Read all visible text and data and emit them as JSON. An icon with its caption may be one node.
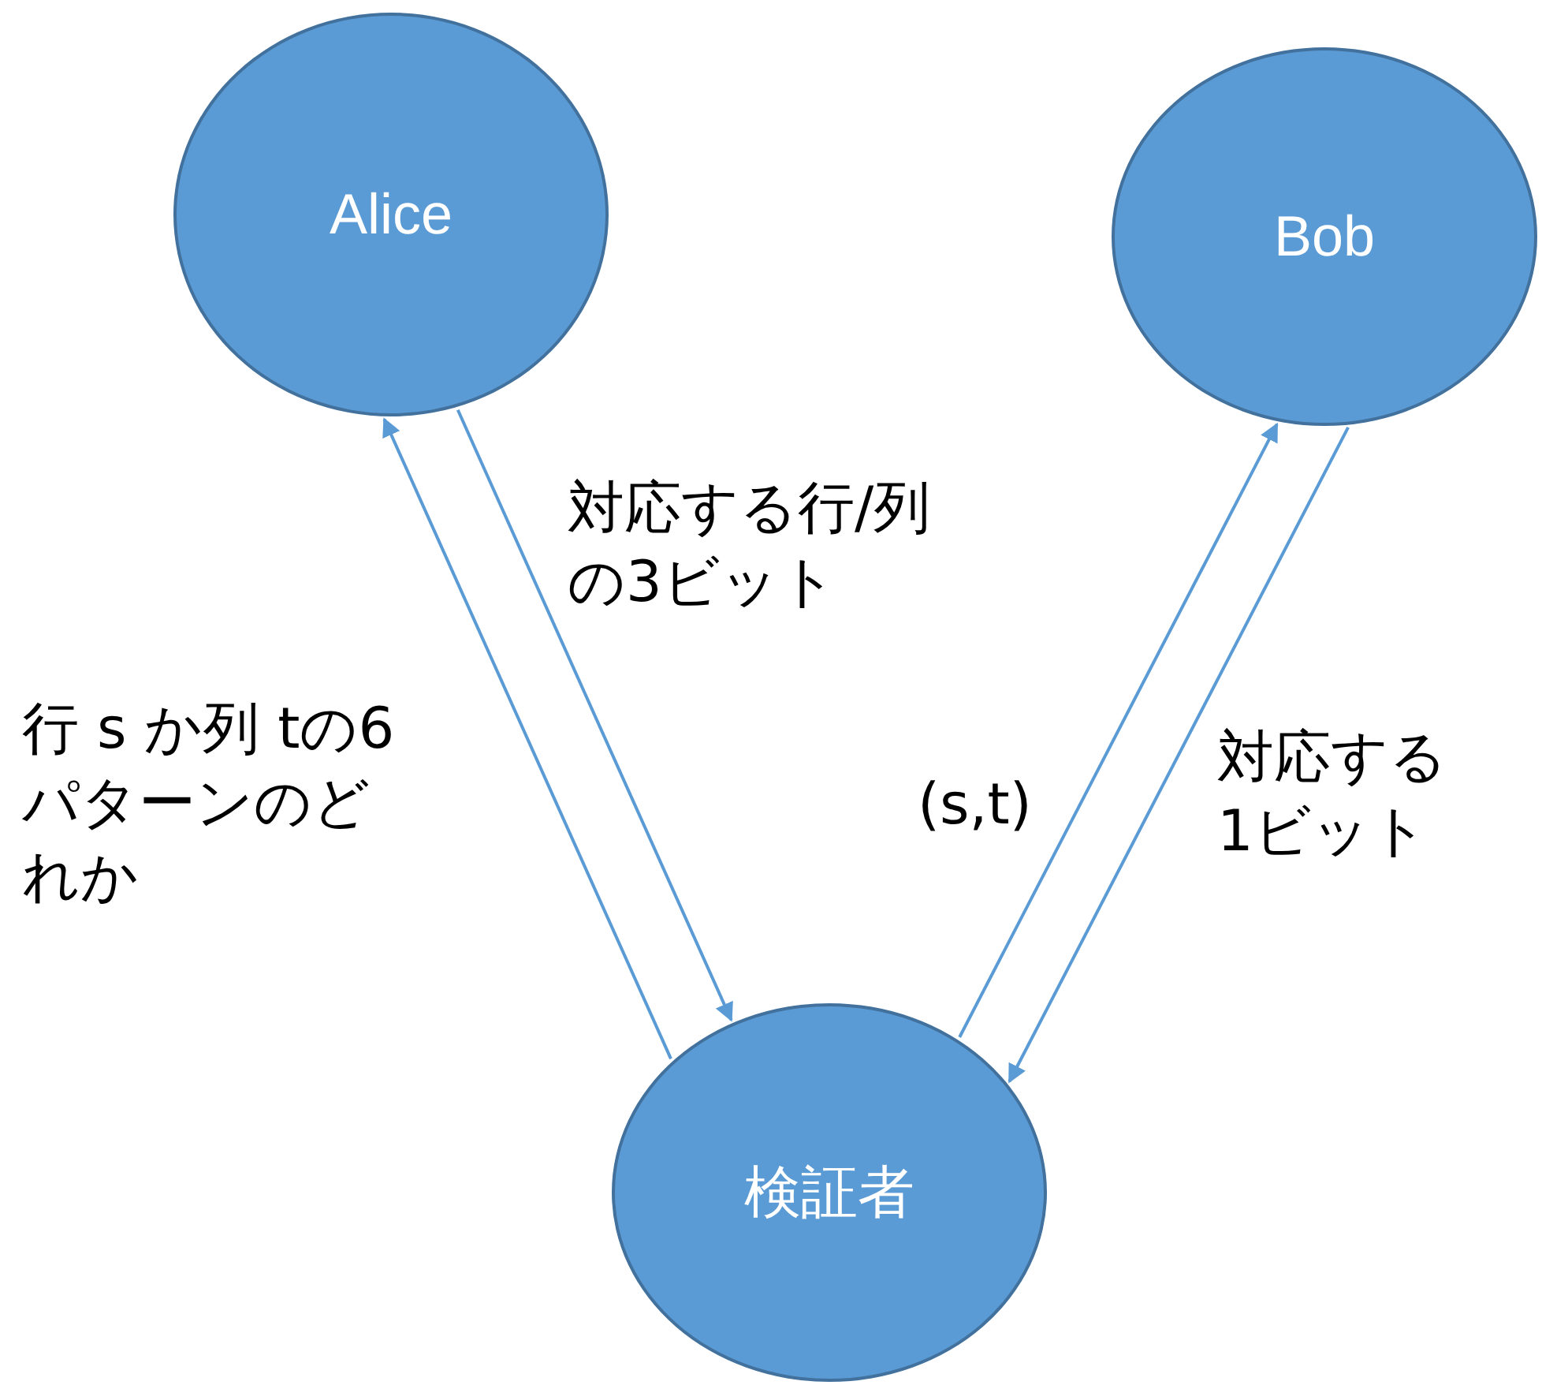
{
  "diagram": {
    "nodes": [
      {
        "text": [
          "Alice"
        ]
      },
      {
        "text": [
          "Bob"
        ]
      },
      {
        "text": [
          "検証者"
        ]
      }
    ],
    "edges": [
      {
        "from": 2,
        "to": 0,
        "arrow": "to",
        "label": "行 s か列 tの6パターンのどれか"
      },
      {
        "from": 0,
        "to": 2,
        "arrow": "to",
        "label": "対応する行/列の3ビット"
      },
      {
        "from": 2,
        "to": 1,
        "arrow": "to",
        "label": "(s,t)"
      },
      {
        "from": 1,
        "to": 2,
        "arrow": "to",
        "label": "対応する1ビット"
      }
    ]
  }
}
